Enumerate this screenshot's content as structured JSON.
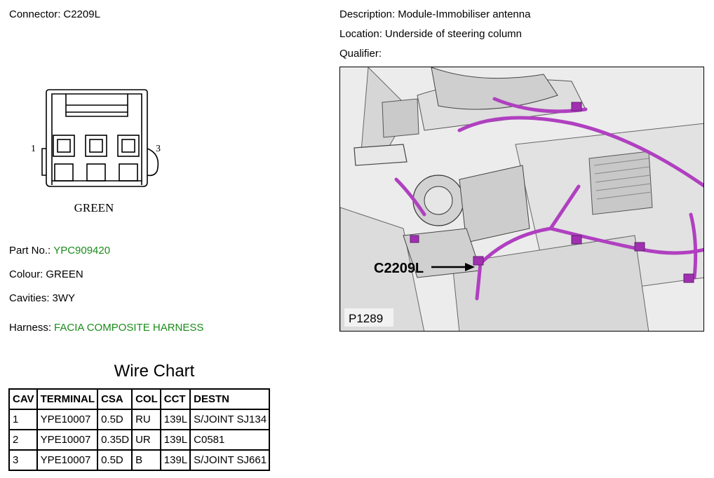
{
  "connector": {
    "label": "Connector:",
    "value": "C2209L"
  },
  "description": {
    "label": "Description:",
    "value": "Module-Immobiliser antenna"
  },
  "location": {
    "label": "Location:",
    "value": "Underside of steering column"
  },
  "qualifier": {
    "label": "Qualifier:",
    "value": ""
  },
  "diagram": {
    "pin_left": "1",
    "pin_right": "3",
    "color_label": "GREEN"
  },
  "photo": {
    "callout": "C2209L",
    "ref": "P1289"
  },
  "part_no": {
    "label": "Part No.:",
    "value": "YPC909420"
  },
  "colour": {
    "label": "Colour:",
    "value": "GREEN"
  },
  "cavities": {
    "label": "Cavities:",
    "value": "3WY"
  },
  "harness": {
    "label": "Harness:",
    "value": "FACIA COMPOSITE HARNESS"
  },
  "wire_chart": {
    "title": "Wire Chart",
    "headers": [
      "CAV",
      "TERMINAL",
      "CSA",
      "COL",
      "CCT",
      "DESTN"
    ],
    "rows": [
      [
        "1",
        "YPE10007",
        "0.5D",
        "RU",
        "139L",
        "S/JOINT SJ134"
      ],
      [
        "2",
        "YPE10007",
        "0.35D",
        "UR",
        "139L",
        "C0581"
      ],
      [
        "3",
        "YPE10007",
        "0.5D",
        "B",
        "139L",
        "S/JOINT SJ661"
      ]
    ]
  },
  "colors": {
    "link_green": "#1a8c1a",
    "harness_magenta": "#b040c0"
  }
}
